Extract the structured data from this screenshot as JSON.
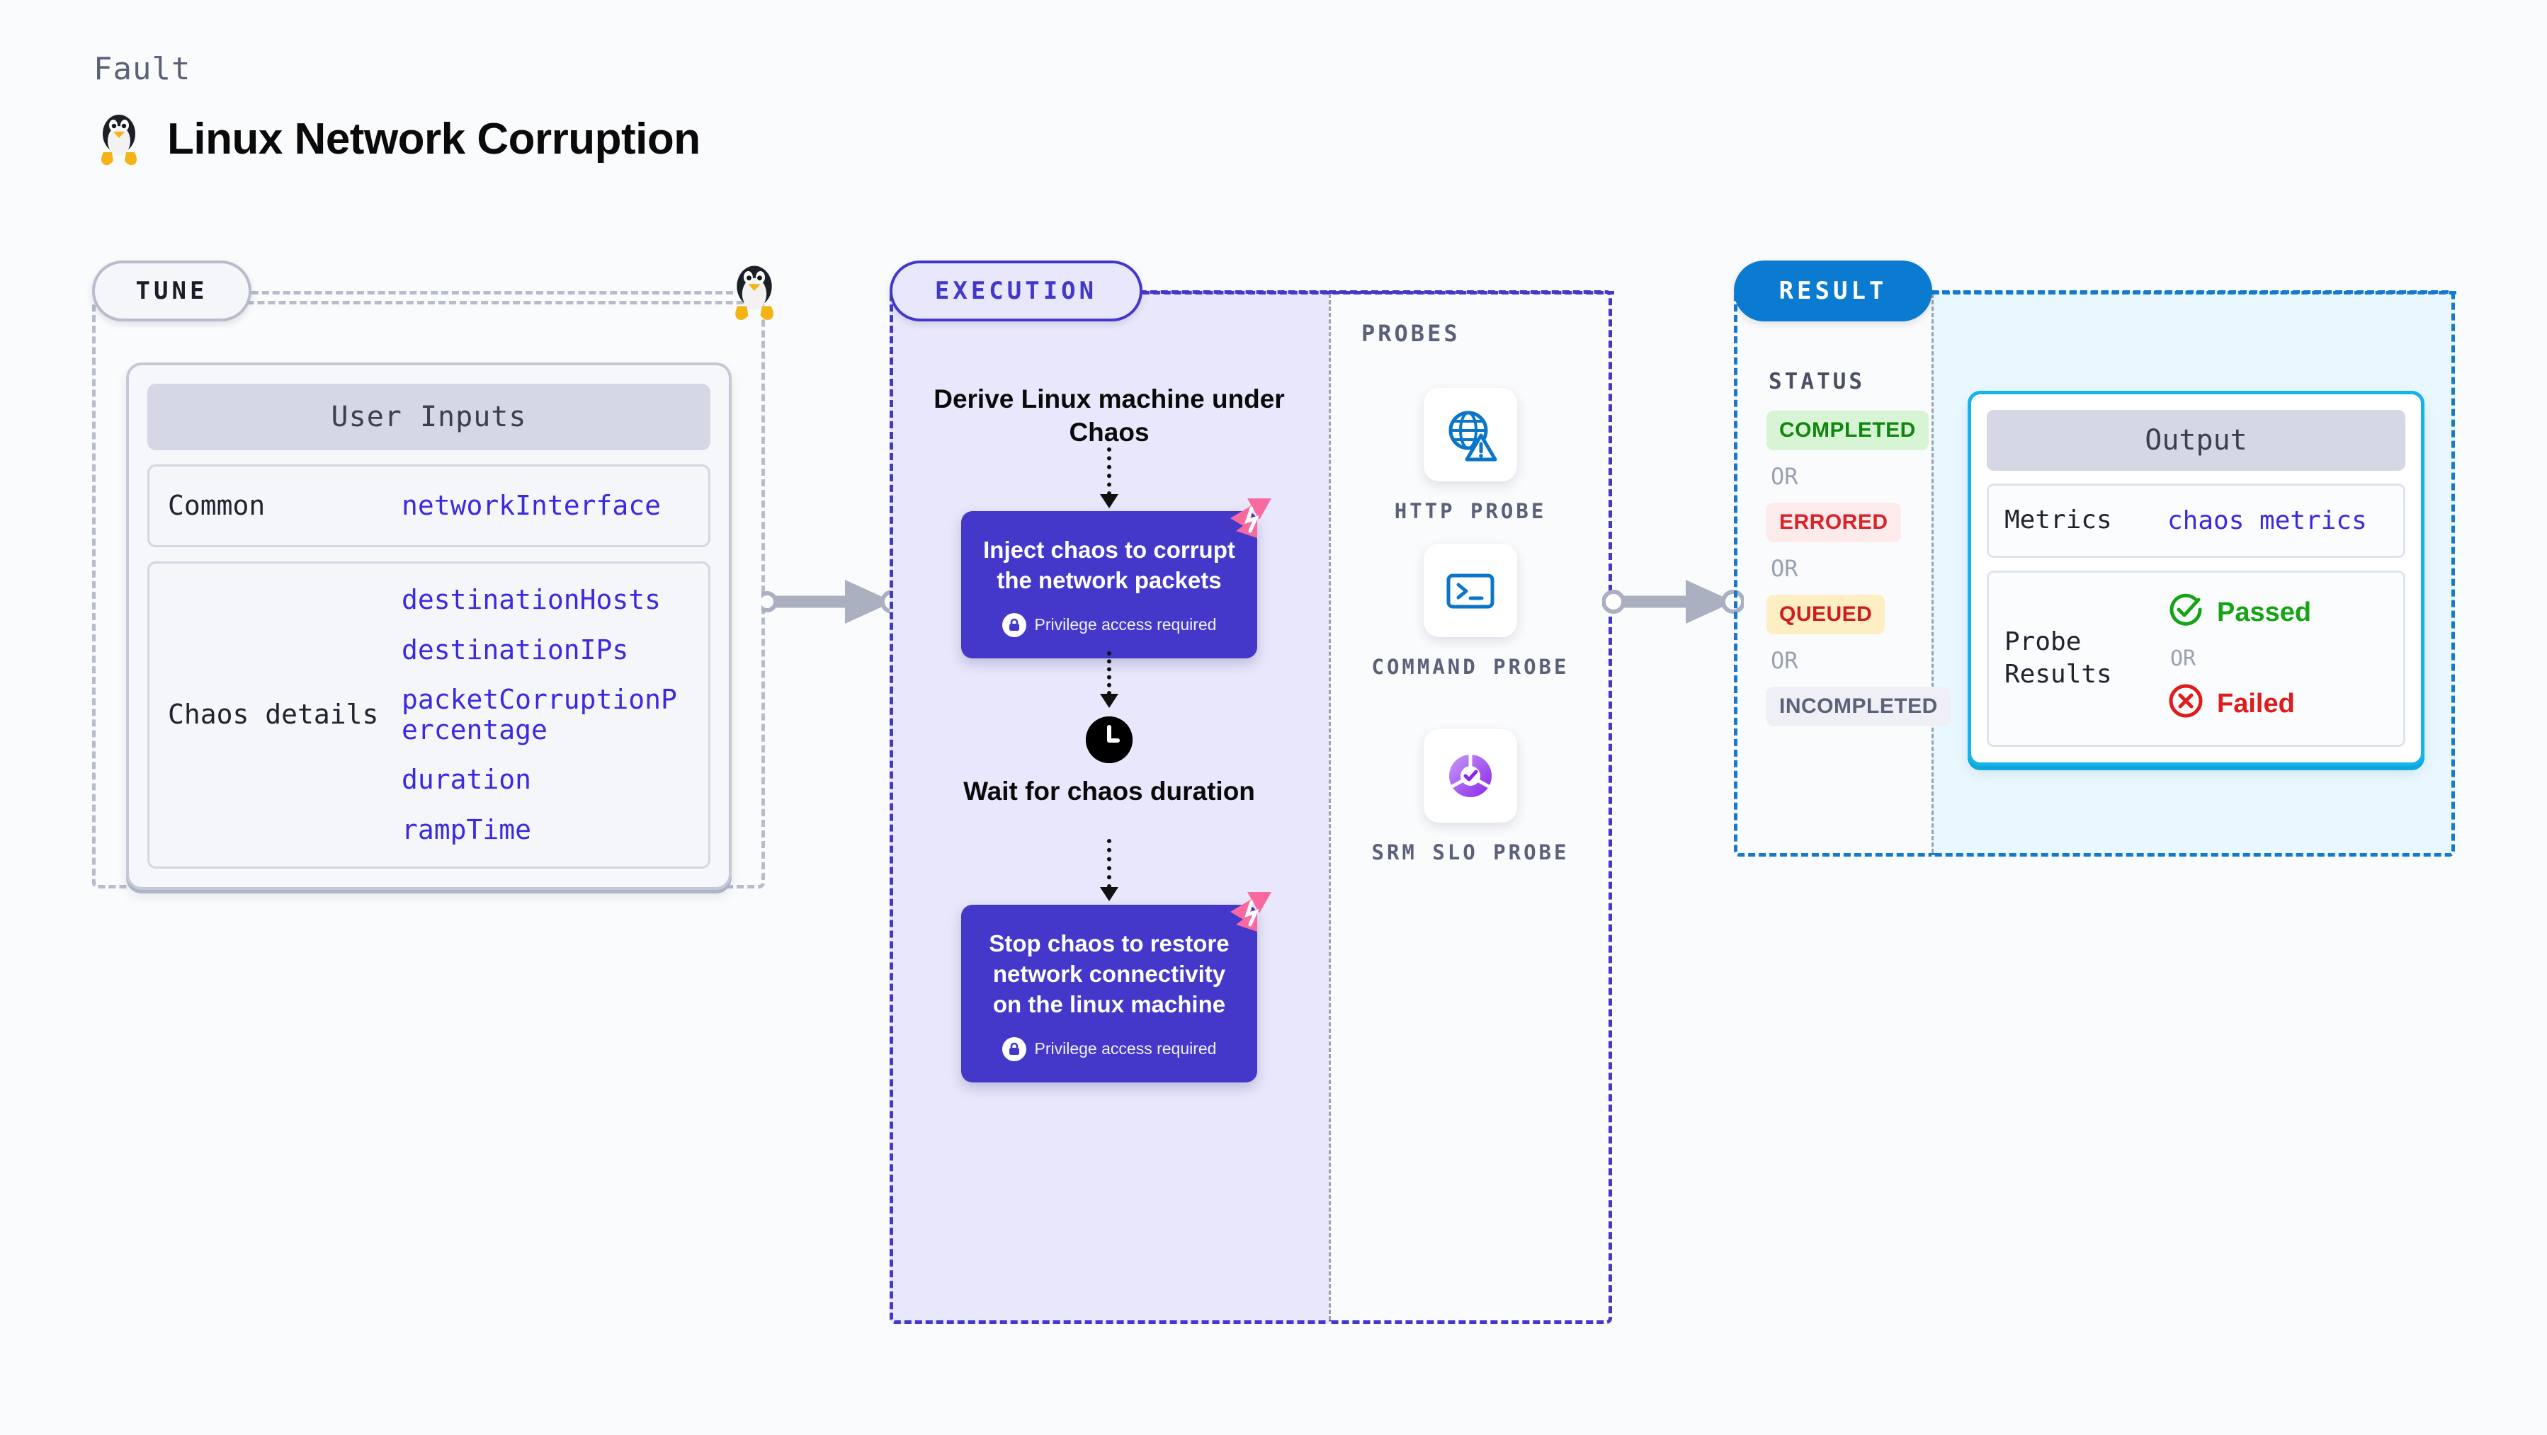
{
  "header": {
    "kicker": "Fault",
    "title": "Linux Network Corruption",
    "os_icon": "linux-penguin-icon"
  },
  "stages": {
    "tune": {
      "label": "TUNE",
      "color": "#b6bccb"
    },
    "execution": {
      "label": "EXECUTION",
      "color": "#4338ca"
    },
    "probes": {
      "label": "PROBES",
      "color": "#5b6178"
    },
    "result": {
      "label": "RESULT",
      "color": "#0a7bd0"
    }
  },
  "user_inputs": {
    "title": "User Inputs",
    "rows": [
      {
        "key": "Common",
        "values": [
          "networkInterface"
        ]
      },
      {
        "key": "Chaos details",
        "values": [
          "destinationHosts",
          "destinationIPs",
          "packetCorruptionPercentage",
          "duration",
          "rampTime"
        ]
      }
    ]
  },
  "execution": {
    "steps": [
      {
        "type": "text",
        "label": "Derive Linux machine under Chaos"
      },
      {
        "type": "node",
        "label": "Inject chaos to corrupt the network packets",
        "privilege": "Privilege access required"
      },
      {
        "type": "text",
        "label": "Wait for chaos duration",
        "icon": "clock-icon"
      },
      {
        "type": "node",
        "label": "Stop chaos to restore network connectivity on the linux machine",
        "privilege": "Privilege access required"
      }
    ]
  },
  "probes": [
    {
      "label": "HTTP PROBE",
      "icon": "globe-warning-icon",
      "color": "#0b76c9"
    },
    {
      "label": "COMMAND PROBE",
      "icon": "terminal-icon",
      "color": "#0b76c9"
    },
    {
      "label": "SRM SLO PROBE",
      "icon": "slo-donut-check-icon",
      "color": "#9333ea"
    }
  ],
  "result": {
    "status_title": "STATUS",
    "or_label": "OR",
    "statuses": [
      {
        "label": "COMPLETED",
        "text_color": "#12860f",
        "bg_color": "#d7f5d4"
      },
      {
        "label": "ERRORED",
        "text_color": "#d8232a",
        "bg_color": "#fdeaea"
      },
      {
        "label": "QUEUED",
        "text_color": "#cf1c1c",
        "bg_color": "#fdeec4"
      },
      {
        "label": "INCOMPLETED",
        "text_color": "#5b6178",
        "bg_color": "#eef0f5"
      }
    ]
  },
  "output": {
    "title": "Output",
    "metrics_key": "Metrics",
    "metrics_value": "chaos metrics",
    "probe_results_key": "Probe Results",
    "passed_label": "Passed",
    "failed_label": "Failed",
    "or_label": "OR",
    "passed_color": "#14a414",
    "failed_color": "#e01b1b"
  }
}
